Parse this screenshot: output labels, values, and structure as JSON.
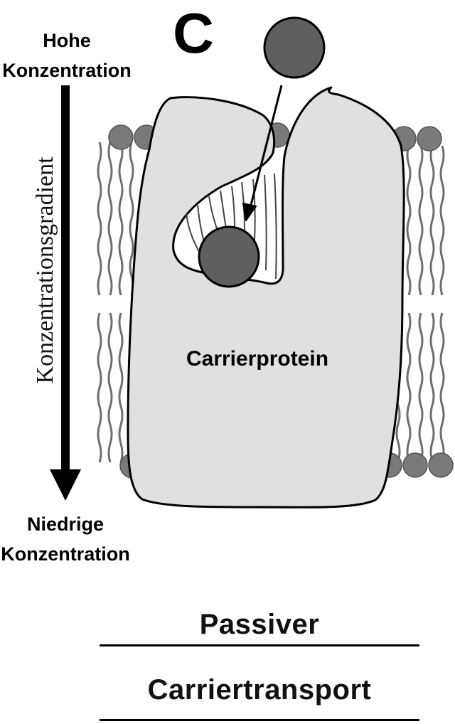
{
  "panel_label": "C",
  "top_label": {
    "line1": "Hohe",
    "line2": "Konzentration"
  },
  "gradient_label": "Konzentrationsgradient",
  "bottom_label": {
    "line1": "Niedrige",
    "line2": "Konzentration"
  },
  "protein_label": "Carrierprotein",
  "title": {
    "line1": "Passiver",
    "line2": "Carriertransport"
  },
  "colors": {
    "protein_fill": "#e0e0e0",
    "molecule_fill": "#5f5f5f",
    "lipid_head": "#7a7a7a",
    "lipid_tail": "#6e6e6e",
    "outline": "#000000"
  }
}
